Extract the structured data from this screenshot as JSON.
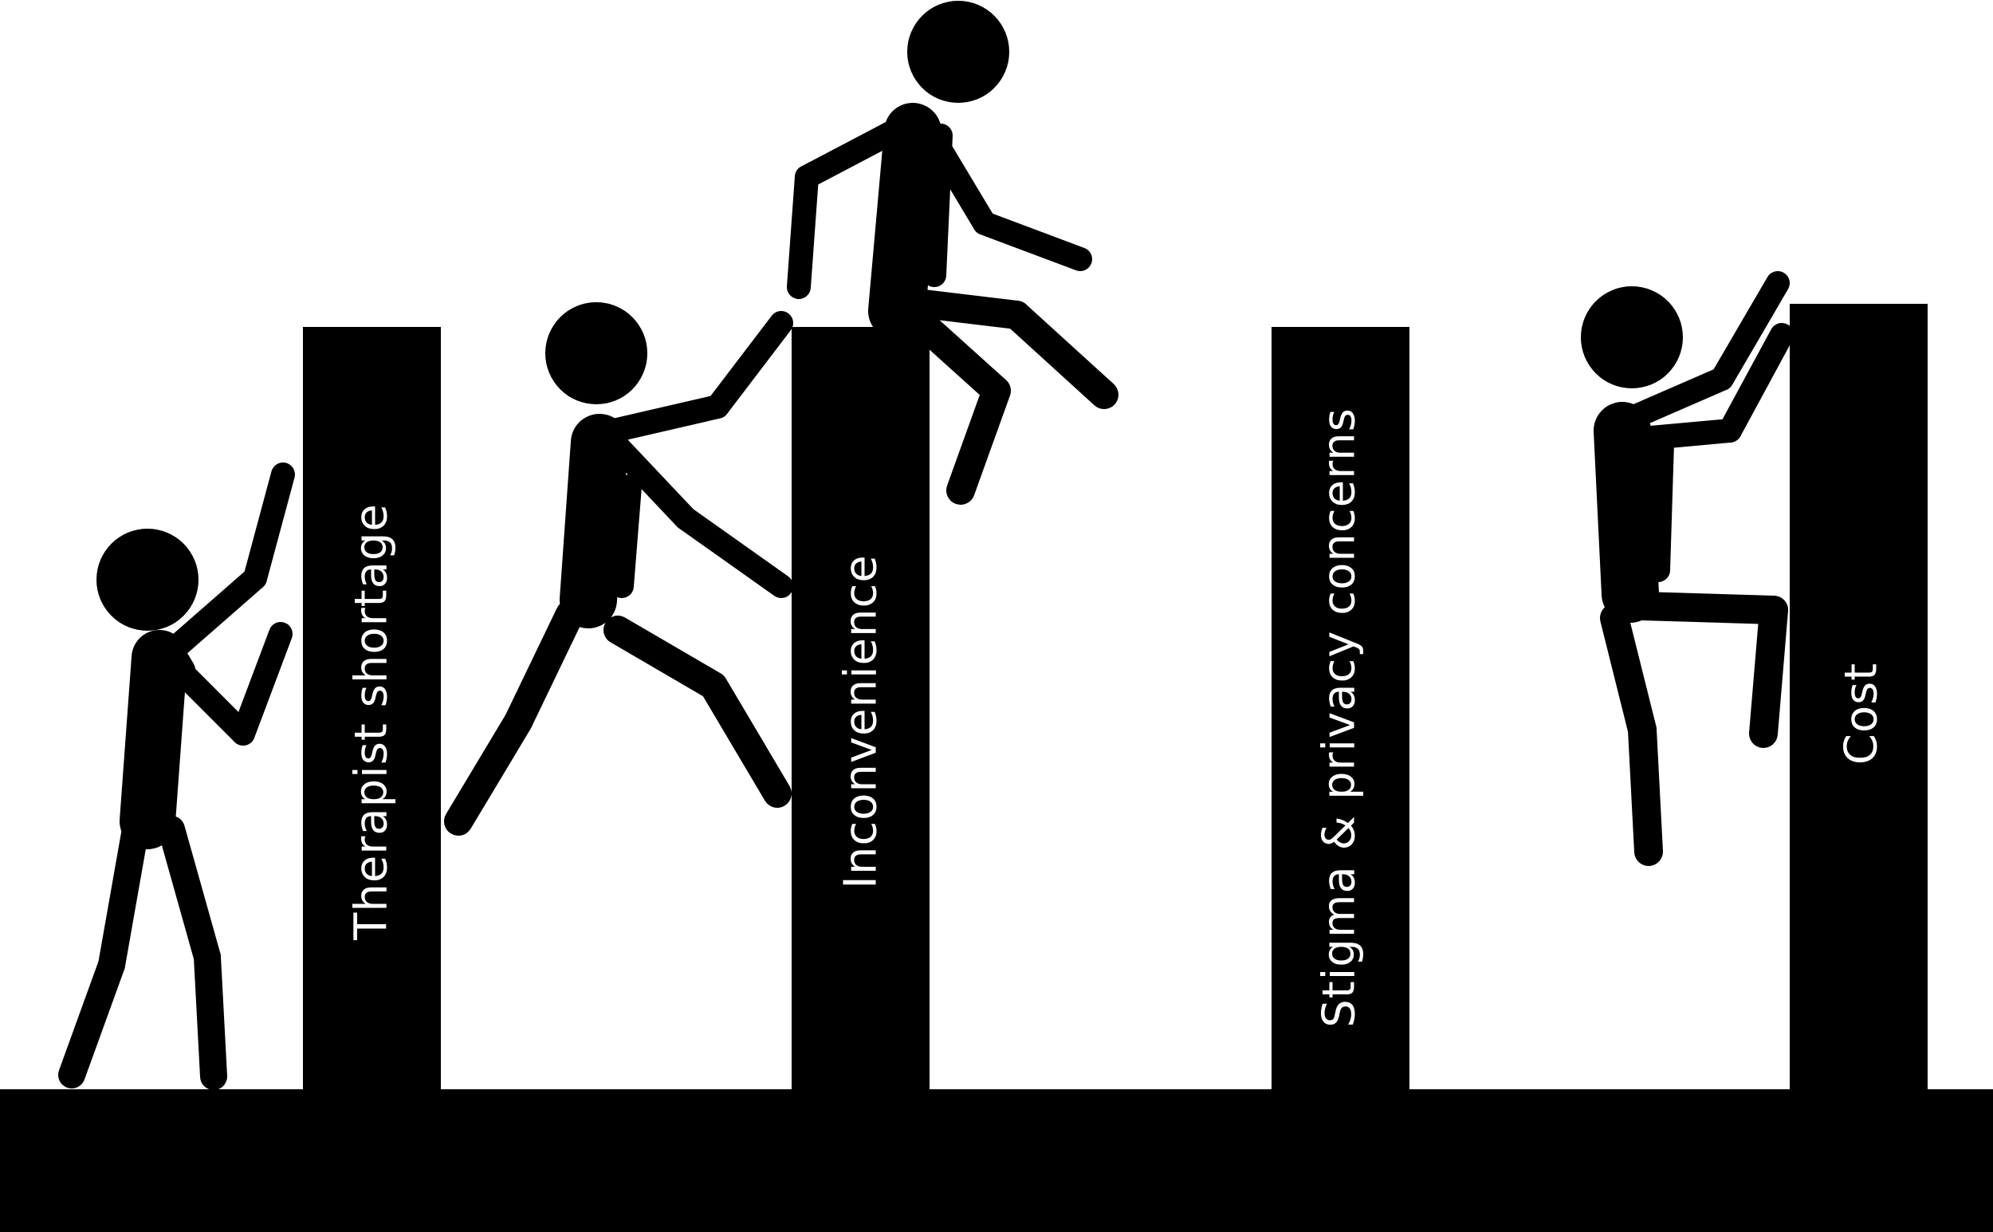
{
  "barriers": [
    {
      "id": "therapist-shortage",
      "label": "Therapist shortage"
    },
    {
      "id": "inconvenience",
      "label": "Inconvenience"
    },
    {
      "id": "stigma-privacy",
      "label": "Stigma & privacy concerns"
    },
    {
      "id": "cost",
      "label": "Cost"
    }
  ],
  "figures": [
    {
      "id": "climber-1",
      "accent": "#00843D"
    },
    {
      "id": "climber-2",
      "accent": "#0A6EBD"
    },
    {
      "id": "climber-3",
      "accent": "#F26522"
    },
    {
      "id": "climber-4",
      "accent": "#C1272D"
    }
  ],
  "colors": {
    "barrier": "#000000",
    "ground": "#000000",
    "label": "#ffffff"
  }
}
